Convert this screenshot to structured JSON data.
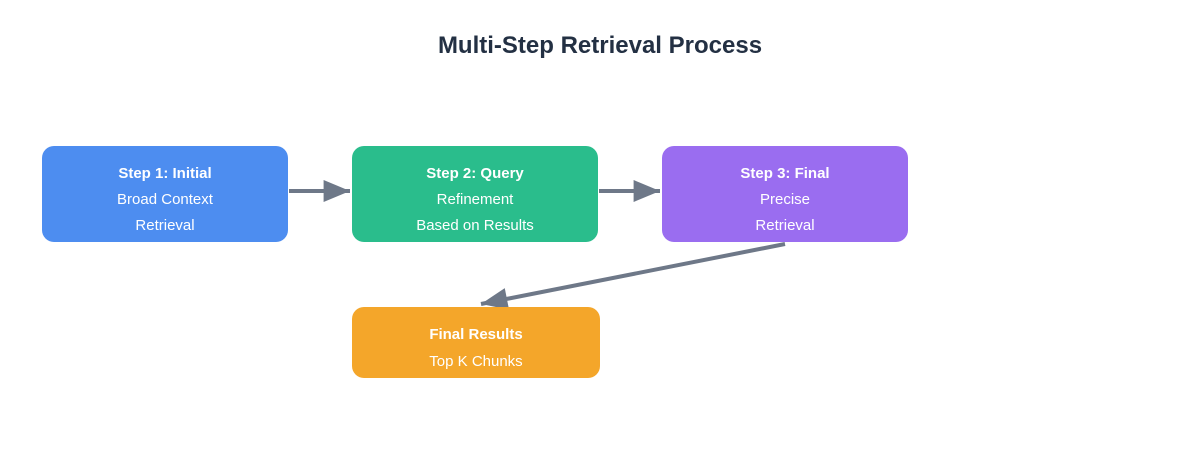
{
  "title": "Multi-Step Retrieval Process",
  "colors": {
    "background": "#ffffff",
    "title_text": "#233043",
    "node_text": "#ffffff",
    "arrow": "#6e7888",
    "step1": "#4d8df0",
    "step2": "#2abd8c",
    "step3": "#9a6df0",
    "final": "#f4a62a"
  },
  "nodes": [
    {
      "id": "step1",
      "color": "#4d8df0",
      "title": "Step 1: Initial",
      "lines": [
        "Broad Context",
        "Retrieval"
      ]
    },
    {
      "id": "step2",
      "color": "#2abd8c",
      "title": "Step 2: Query",
      "lines": [
        "Refinement",
        "Based on Results"
      ]
    },
    {
      "id": "step3",
      "color": "#9a6df0",
      "title": "Step 3: Final",
      "lines": [
        "Precise",
        "Retrieval"
      ]
    },
    {
      "id": "final",
      "color": "#f4a62a",
      "title": "Final Results",
      "lines": [
        "Top K Chunks"
      ]
    }
  ],
  "edges": [
    {
      "from": "step1",
      "to": "step2"
    },
    {
      "from": "step2",
      "to": "step3"
    },
    {
      "from": "step3",
      "to": "final"
    }
  ]
}
